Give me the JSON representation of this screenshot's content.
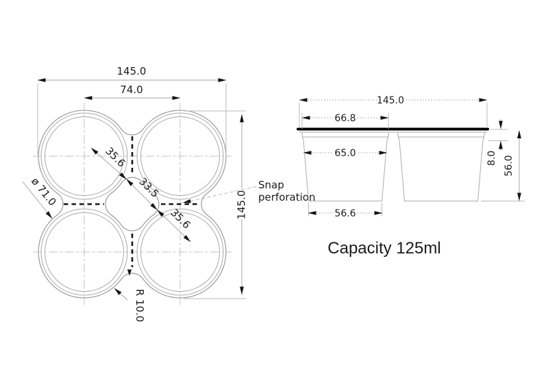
{
  "top_view": {
    "overall_width": "145.0",
    "pitch": "74.0",
    "radius_a": "35.6",
    "diagonal_gap": "33.5",
    "radius_b": "35.6",
    "cup_diameter": "ø 71.0",
    "overall_height": "145.0",
    "fillet_radius": "R 10.0",
    "snap_line1": "Snap",
    "snap_line2": "perforation"
  },
  "side_view": {
    "overall_width": "145.0",
    "rim_width": "66.8",
    "opening_width": "65.0",
    "base_width": "56.6",
    "rim_height": "8.0",
    "cup_height": "56.0",
    "capacity": "Capacity 125ml"
  },
  "colors": {
    "ink": "#1b1b1b",
    "dim_line": "#a6a6a6",
    "centerline": "#c2c2c2",
    "perforation": "#141414",
    "lid": "#000000"
  }
}
